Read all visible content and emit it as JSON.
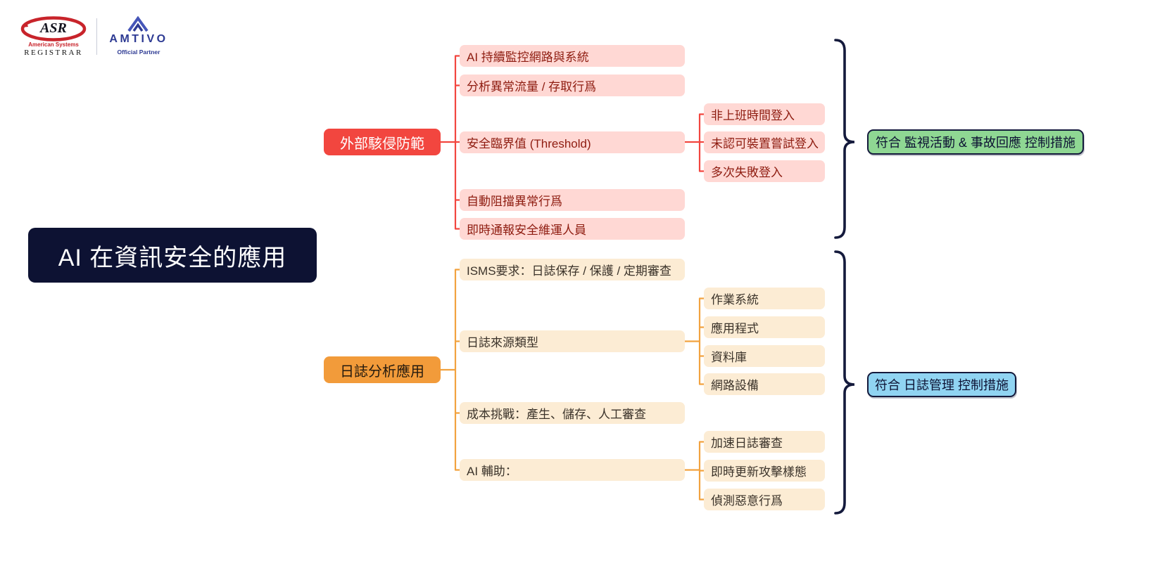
{
  "title": "AI 在資訊安全的應用",
  "logos": {
    "asr": {
      "acronym": "ASR",
      "line1": "American Systems",
      "line2": "Registrar"
    },
    "amtivo": {
      "name": "AMTIVO",
      "subtitle": "Official Partner"
    }
  },
  "root": {
    "label": "AI 在資訊安全的應用"
  },
  "branches": [
    {
      "label": "外部駭侵防範",
      "children": [
        {
          "label": "AI 持續監控網路與系統"
        },
        {
          "label": "分析異常流量 / 存取行爲"
        },
        {
          "label": "安全臨界值 (Threshold)",
          "children": [
            {
              "label": "非上班時間登入"
            },
            {
              "label": "未認可裝置嘗試登入"
            },
            {
              "label": "多次失敗登入"
            }
          ]
        },
        {
          "label": "自動阻擋異常行爲"
        },
        {
          "label": "即時通報安全維運人員"
        }
      ],
      "outcome": {
        "label": "符合 監視活動 & 事故回應 控制措施"
      }
    },
    {
      "label": "日誌分析應用",
      "children": [
        {
          "label": "ISMS要求：日誌保存 / 保護 / 定期審查"
        },
        {
          "label": "日誌來源類型",
          "children": [
            {
              "label": "作業系統"
            },
            {
              "label": "應用程式"
            },
            {
              "label": "資料庫"
            },
            {
              "label": "網路設備"
            }
          ]
        },
        {
          "label": "成本挑戰：產生、儲存、人工審查"
        },
        {
          "label": "AI 輔助：",
          "children": [
            {
              "label": "加速日誌審查"
            },
            {
              "label": "即時更新攻擊樣態"
            },
            {
              "label": "偵測惡意行爲"
            }
          ]
        }
      ],
      "outcome": {
        "label": "符合 日誌管理 控制措施"
      }
    }
  ],
  "palette": {
    "root_bg": "#0d1233",
    "branch1_bg": "#f2463f",
    "branch1_child_bg": "#ffd8d4",
    "branch1_child_text": "#8e1c10",
    "branch2_bg": "#f29b3a",
    "branch2_child_bg": "#fcecd4",
    "outcome_monitoring_bg": "#8fd793",
    "outcome_log_bg": "#90d4f2",
    "brace_color": "#141a3c"
  }
}
